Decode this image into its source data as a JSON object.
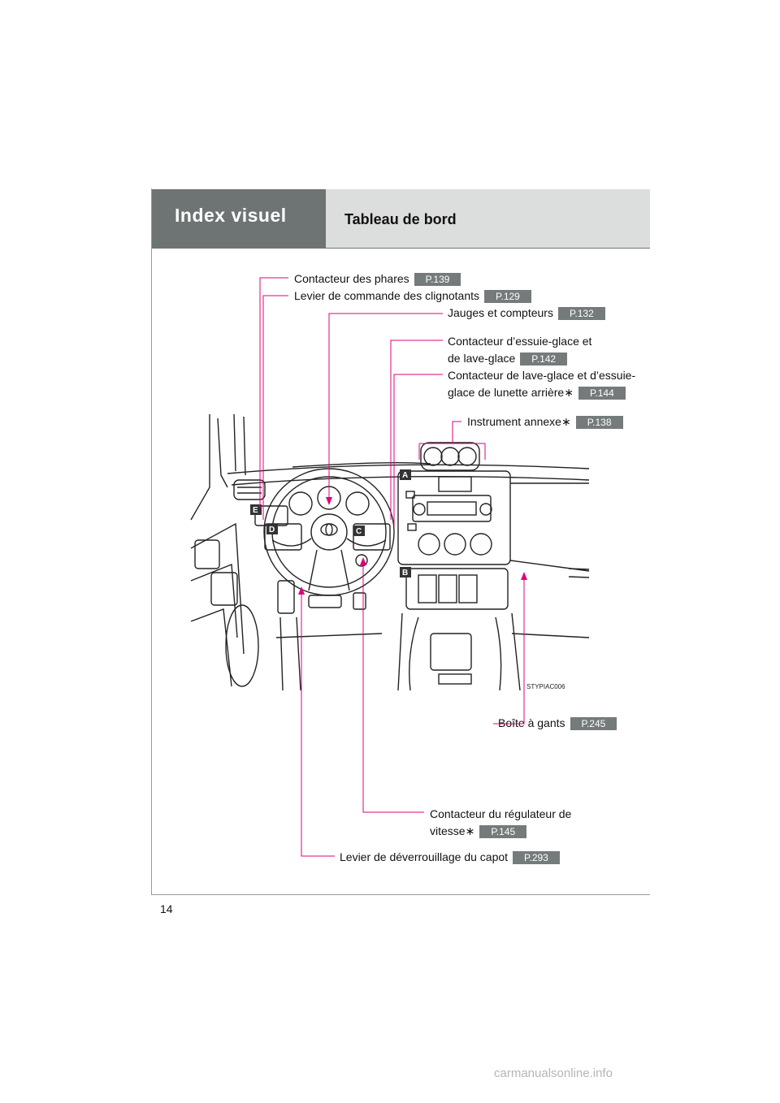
{
  "header": {
    "section": "Index visuel",
    "title": "Tableau de bord"
  },
  "labels": {
    "headlight": {
      "text": "Contacteur des phares",
      "ref": "P.139"
    },
    "turn_signal": {
      "text": "Levier de commande des clignotants",
      "ref": "P.129"
    },
    "gauges": {
      "text": "Jauges et compteurs",
      "ref": "P.132"
    },
    "wiper_line1": "Contacteur d’essuie-glace et",
    "wiper_line2": {
      "text": "de lave-glace",
      "ref": "P.142"
    },
    "rear_wiper_line1": "Contacteur de lave-glace et d’essuie-",
    "rear_wiper_line2": {
      "text": "glace de lunette arrière",
      "ref": "P.144"
    },
    "aux_meter": {
      "text": "Instrument annexe",
      "ref": "P.138"
    },
    "glovebox": {
      "text": "Boîte à gants",
      "ref": "P.245"
    },
    "cruise_line1": "Contacteur du régulateur de",
    "cruise_line2": {
      "text": "vitesse",
      "ref": "P.145"
    },
    "hood_release": {
      "text": "Levier de déverrouillage du capot",
      "ref": "P.293"
    }
  },
  "optional_marker": "∗",
  "figure": {
    "markers": [
      "A",
      "B",
      "C",
      "D",
      "E"
    ],
    "code": "STYPIAC006"
  },
  "page_number": "14",
  "watermark": "carmanualsonline.info",
  "colors": {
    "header_dark": "#6e7374",
    "header_light": "#dcdddd",
    "ref_badge": "#757a7b",
    "leader_line": "#e0007a"
  }
}
